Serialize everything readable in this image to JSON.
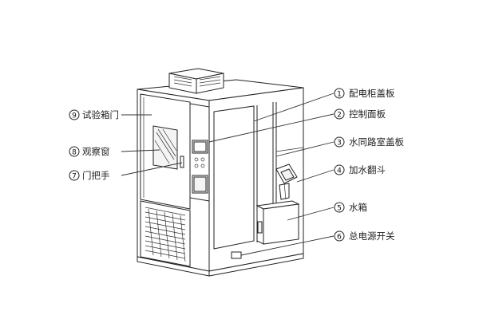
{
  "callouts_right": [
    {
      "num": "1",
      "label": "配电柜盖板"
    },
    {
      "num": "2",
      "label": "控制面板"
    },
    {
      "num": "3",
      "label": "水同路室盖板"
    },
    {
      "num": "4",
      "label": "加水翻斗"
    },
    {
      "num": "5",
      "label": "水箱"
    },
    {
      "num": "6",
      "label": "总电源开关"
    }
  ],
  "callouts_left": [
    {
      "num": "9",
      "label": "试验箱门"
    },
    {
      "num": "8",
      "label": "观察窗"
    },
    {
      "num": "7",
      "label": "门把手"
    }
  ],
  "colors": {
    "line": "#222222",
    "background": "#ffffff"
  }
}
